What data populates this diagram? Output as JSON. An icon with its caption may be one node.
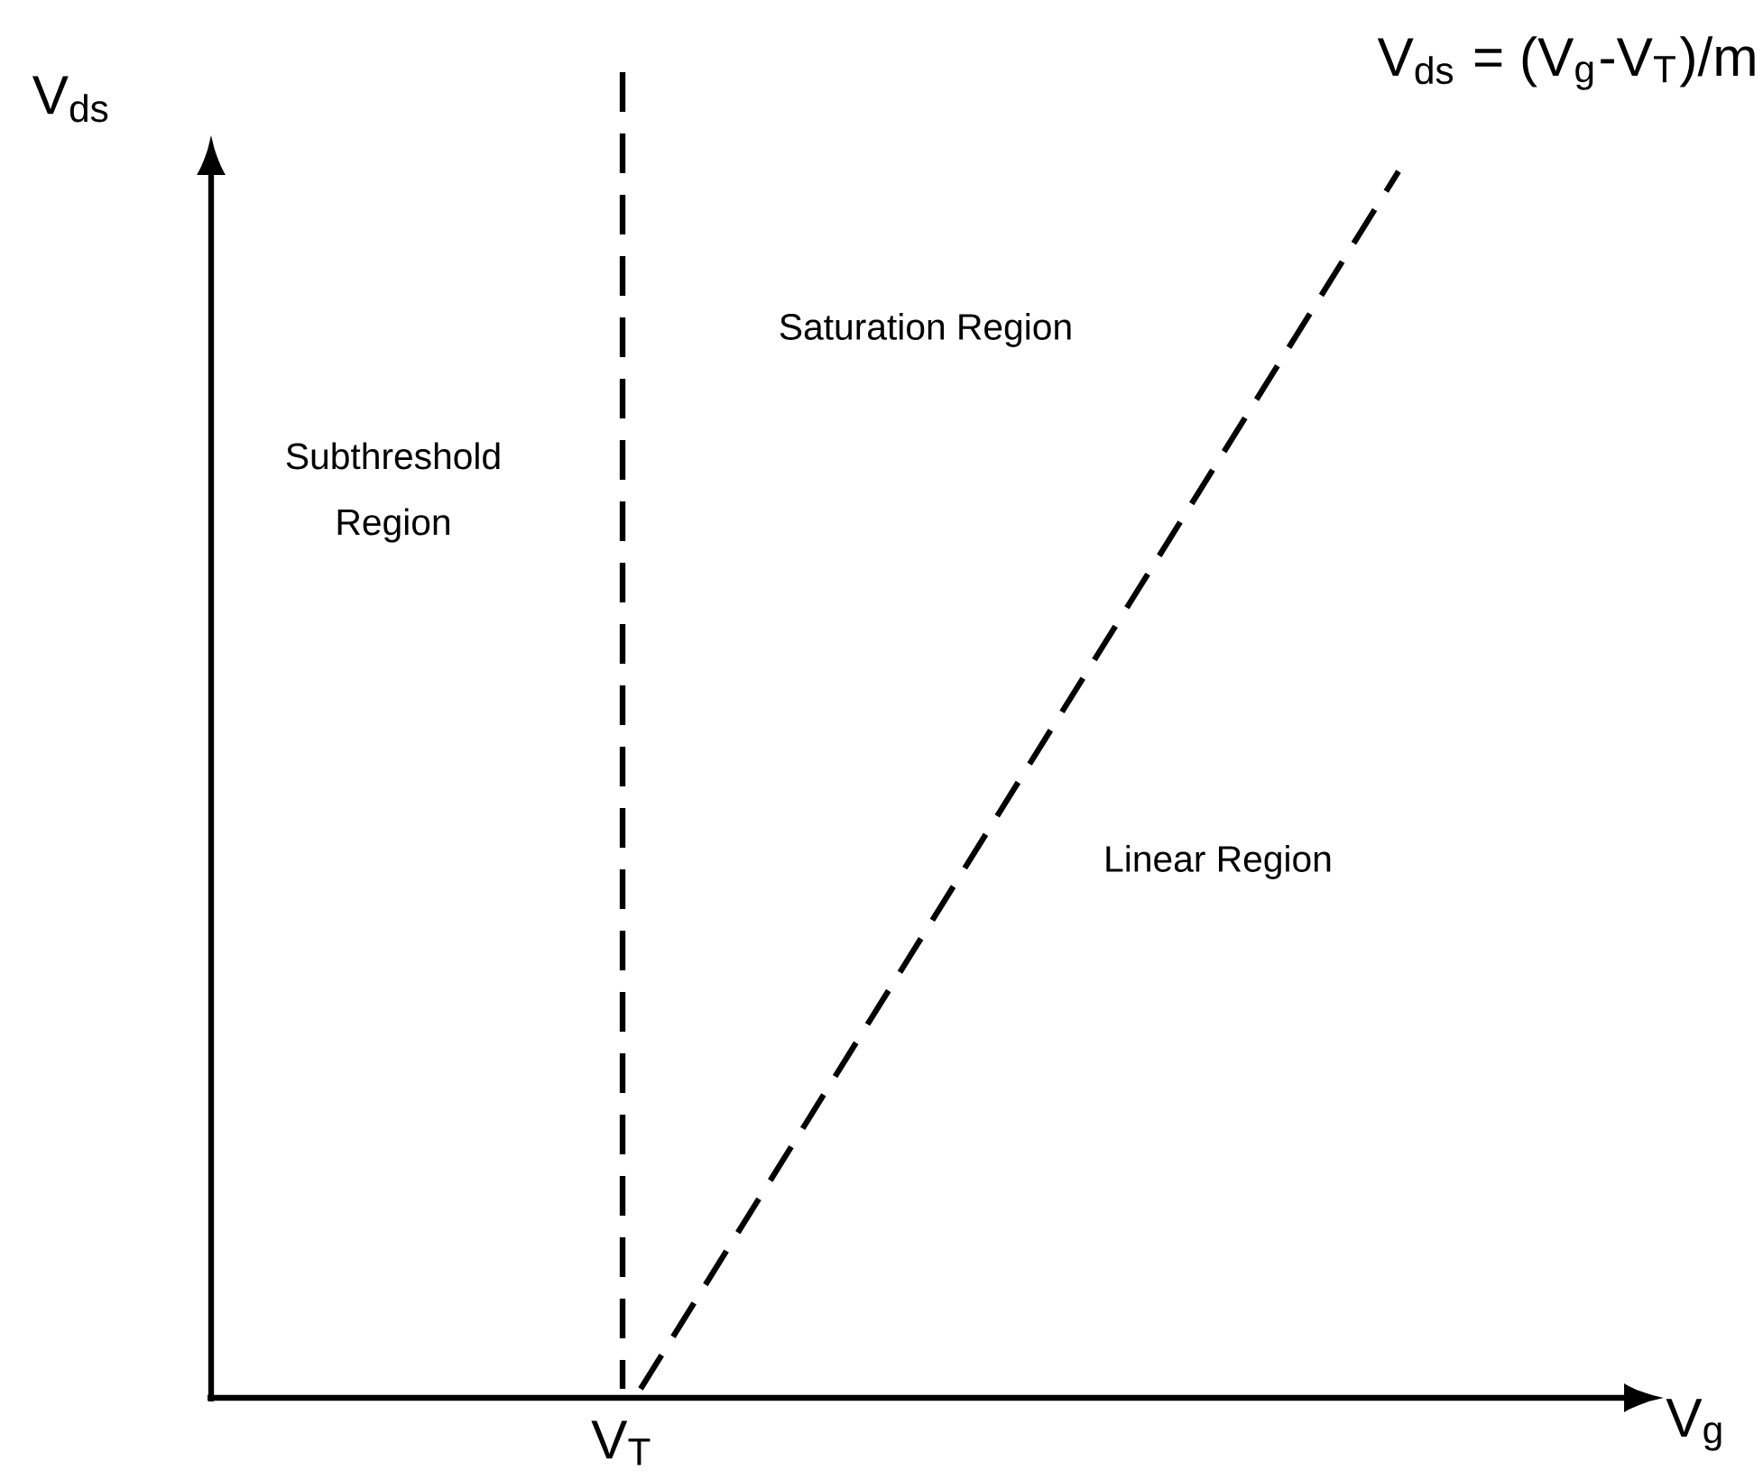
{
  "diagram": {
    "labels": [
      "V$_{ds}$ = (V$_{g}$-V$_{T}$)/m",
      "V$_{ds}$",
      "Saturation Region",
      "Subthreshold Region",
      "Linear Region",
      "V$_{T}$",
      "V$_{g}$"
    ]
  }
}
